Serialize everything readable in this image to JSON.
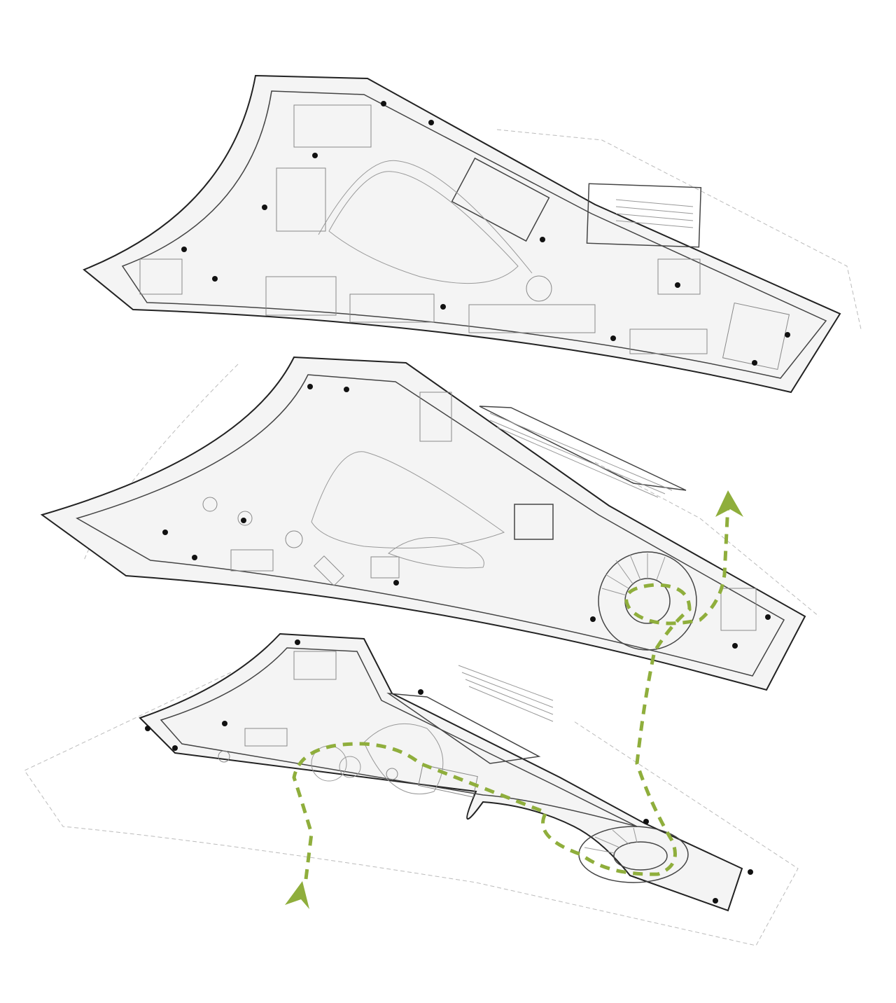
{
  "diagram": {
    "type": "exploded axonometric floor plans",
    "floors": [
      {
        "level": "upper",
        "columns": 12
      },
      {
        "level": "middle",
        "columns": 9
      },
      {
        "level": "ground",
        "columns": 8
      }
    ],
    "circulation_path": {
      "style": "dashed",
      "direction": "up"
    },
    "colors": {
      "path": "#8fae3c",
      "linework": "#222222",
      "floor_fill": "#f4f4f4",
      "background": "#ffffff"
    },
    "icons": [
      "arrow-up-icon",
      "spiral-stair-icon",
      "column-icon"
    ]
  }
}
